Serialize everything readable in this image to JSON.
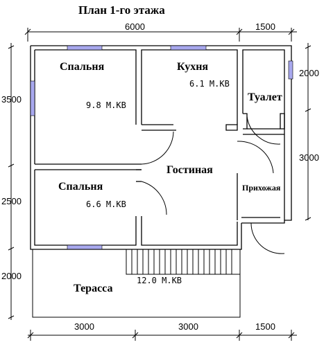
{
  "title": "План 1-го этажа",
  "rooms": {
    "bedroom_top": {
      "name": "Спальня",
      "area": "9.8 М.КВ"
    },
    "kitchen": {
      "name": "Кухня",
      "area": "6.1 М.КВ"
    },
    "toilet": {
      "name": "Туалет"
    },
    "living": {
      "name": "Гостиная"
    },
    "hall": {
      "name": "Прихожая"
    },
    "bedroom_bottom": {
      "name": "Спальня",
      "area": "6.6 М.КВ"
    },
    "terrace": {
      "name": "Терасса",
      "area": "12.0 М.КВ"
    }
  },
  "dimensions": {
    "top": [
      "6000",
      "1500"
    ],
    "bottom": [
      "3000",
      "3000",
      "1500"
    ],
    "left": [
      "3500",
      "2500",
      "2000"
    ],
    "right": [
      "2000",
      "3000"
    ]
  },
  "colors": {
    "window": "#a8a8ee",
    "wall": "#000000"
  }
}
